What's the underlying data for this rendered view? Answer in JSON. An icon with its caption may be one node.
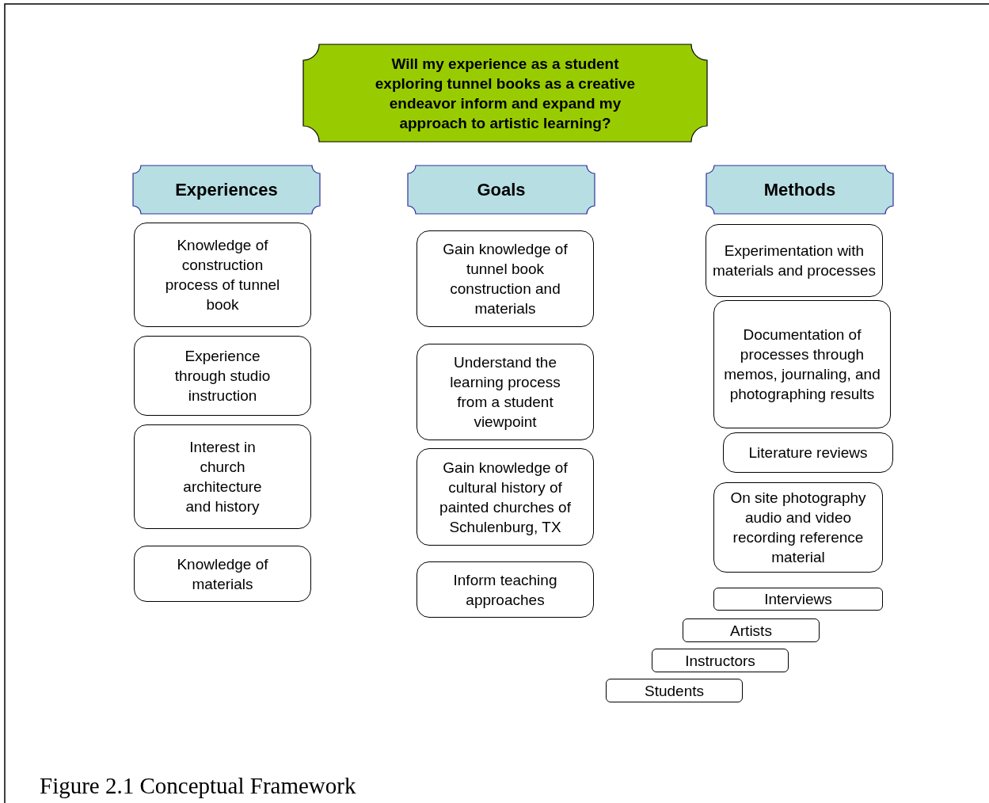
{
  "diagram": {
    "caption": "Figure 2.1 Conceptual Framework",
    "nodes": [
      {
        "text": [
          "Will my experience as a student exploring tunnel books as a creative endeavor inform and expand my approach to artistic learning?"
        ]
      },
      {
        "text": [
          "Experiences"
        ]
      },
      {
        "text": [
          "Knowledge of construction process of tunnel book"
        ]
      },
      {
        "text": [
          "Experience through studio instruction"
        ]
      },
      {
        "text": [
          "Interest in church architecture and history"
        ]
      },
      {
        "text": [
          "Knowledge of materials"
        ]
      },
      {
        "text": [
          "Goals"
        ]
      },
      {
        "text": [
          "Gain knowledge of tunnel book construction and materials"
        ]
      },
      {
        "text": [
          "Understand the learning process from a student viewpoint"
        ]
      },
      {
        "text": [
          "Gain knowledge of cultural history of painted churches of Schulenburg, TX"
        ]
      },
      {
        "text": [
          "Inform teaching approaches"
        ]
      },
      {
        "text": [
          "Methods"
        ]
      },
      {
        "text": [
          "Experimentation with materials and processes"
        ]
      },
      {
        "text": [
          "Documentation of processes through memos, journaling, and photographing results"
        ]
      },
      {
        "text": [
          "Literature reviews"
        ]
      },
      {
        "text": [
          "On site photography audio and video recording reference material"
        ]
      },
      {
        "text": [
          "Interviews"
        ]
      },
      {
        "text": [
          "Artists"
        ]
      },
      {
        "text": [
          "Instructors"
        ]
      },
      {
        "text": [
          "Students"
        ]
      }
    ]
  }
}
